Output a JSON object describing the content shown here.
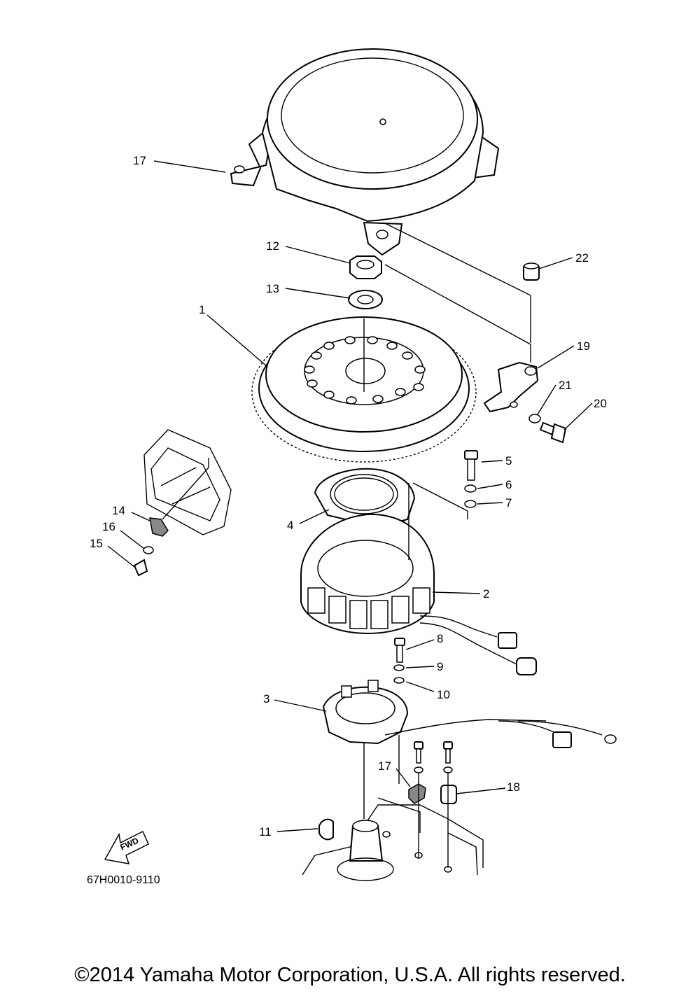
{
  "diagram": {
    "callouts": [
      "1",
      "2",
      "3",
      "4",
      "5",
      "6",
      "7",
      "8",
      "9",
      "10",
      "11",
      "12",
      "13",
      "14",
      "15",
      "16",
      "17",
      "17",
      "18",
      "19",
      "20",
      "21",
      "22"
    ],
    "part_code": "67H0010-9110",
    "fwd_label": "FWD",
    "copyright": "©2014 Yamaha Motor Corporation, U.S.A. All rights reserved."
  }
}
